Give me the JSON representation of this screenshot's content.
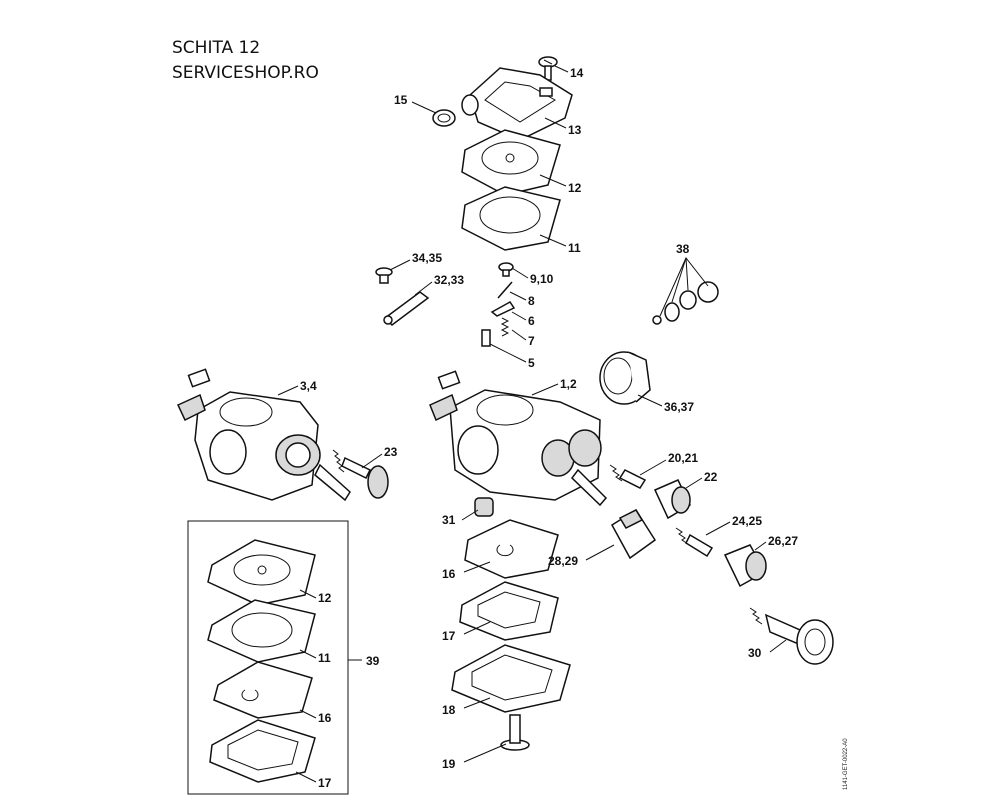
{
  "header": {
    "line1": "SCHITA 12",
    "line2": "SERVICESHOP.RO"
  },
  "diagram_code": "1141-GET-0022-A0",
  "labels": {
    "p14": "14",
    "p15": "15",
    "p13": "13",
    "p12": "12",
    "p11": "11",
    "p3435": "34,35",
    "p3233": "32,33",
    "p910": "9,10",
    "p8": "8",
    "p6": "6",
    "p7": "7",
    "p5": "5",
    "p38": "38",
    "p3637": "36,37",
    "p34": "3,4",
    "p12b": "1,2",
    "p23": "23",
    "p2021": "20,21",
    "p22": "22",
    "p31": "31",
    "p2425": "24,25",
    "p2627": "26,27",
    "p2829": "28,29",
    "p16": "16",
    "p17": "17",
    "p18": "18",
    "p19": "19",
    "p30": "30",
    "kit12": "12",
    "kit11": "11",
    "kit16": "16",
    "kit17": "17",
    "kit39": "39"
  }
}
